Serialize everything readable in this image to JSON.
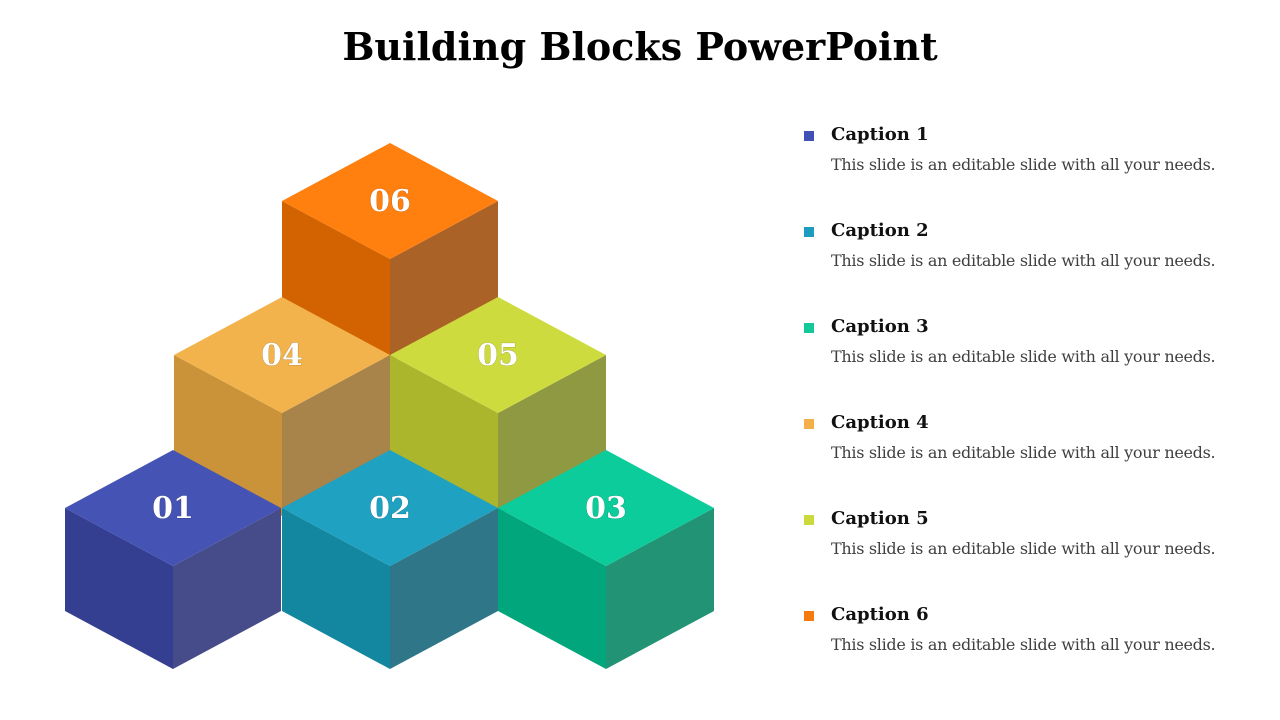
{
  "title": "Building Blocks PowerPoint",
  "blocks": [
    {
      "number": "01",
      "top": "#4553B4",
      "left": "#353F92",
      "right": "#454C89"
    },
    {
      "number": "02",
      "top": "#1FA1C2",
      "left": "#12879F",
      "right": "#2F7788"
    },
    {
      "number": "03",
      "top": "#0DCC9B",
      "left": "#02A67D",
      "right": "#229375"
    },
    {
      "number": "04",
      "top": "#F2B34C",
      "left": "#CB9339",
      "right": "#A8834A"
    },
    {
      "number": "05",
      "top": "#CEDB3F",
      "left": "#ABB62D",
      "right": "#8F9941"
    },
    {
      "number": "06",
      "top": "#FF7F0F",
      "left": "#D36200",
      "right": "#AB6226"
    }
  ],
  "legend": [
    {
      "title": "Caption 1",
      "text": "This slide is an editable slide with all your needs.",
      "color": "#3F51B5"
    },
    {
      "title": "Caption 2",
      "text": "This slide is an editable slide with all your needs.",
      "color": "#1C9DC0"
    },
    {
      "title": "Caption 3",
      "text": "This slide is an editable slide with all your needs.",
      "color": "#12C99A"
    },
    {
      "title": "Caption 4",
      "text": "This slide is an editable slide with all your needs.",
      "color": "#F4B048"
    },
    {
      "title": "Caption 5",
      "text": "This slide is an editable slide with all your needs.",
      "color": "#C9DA3A"
    },
    {
      "title": "Caption 6",
      "text": "This slide is an editable slide with all your needs.",
      "color": "#F57A10"
    }
  ]
}
